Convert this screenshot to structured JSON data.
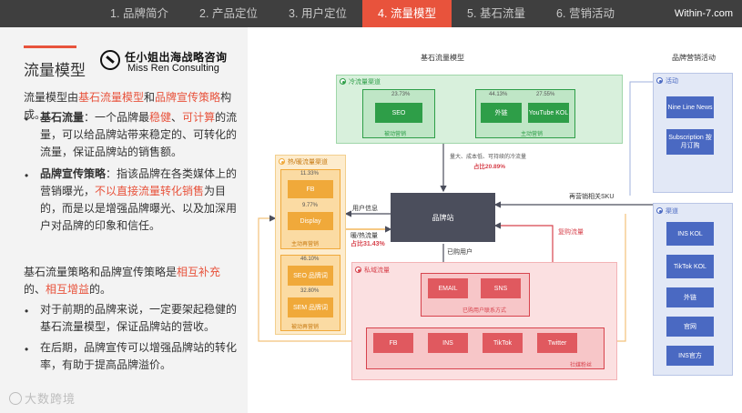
{
  "nav": {
    "tabs": [
      "1. 品牌简介",
      "2. 产品定位",
      "3. 用户定位",
      "4. 流量模型",
      "5. 基石流量",
      "6. 营销活动"
    ],
    "active_index": 3,
    "url": "Within-7.com"
  },
  "left": {
    "title": "流量模型",
    "logo_cn": "任小姐出海战略咨询",
    "logo_en": "Miss Ren Consulting",
    "intro": {
      "p1": "流量模型由",
      "r1": "基石流量模型",
      "p2": "和",
      "r2": "品牌宣传策略",
      "p3": "构成。"
    },
    "bullet1": {
      "head": "基石流量",
      "a": "：一个品牌最",
      "r1": "稳健",
      "b": "、",
      "r2": "可计算",
      "c": "的流量，可以给品牌站带来稳定的、可转化的流量，保证品牌站的销售额。"
    },
    "bullet2": {
      "head": "品牌宣传策略",
      "a": "：指该品牌在各类媒体上的营销曝光，",
      "r1": "不以直接流量转化销售",
      "b": "为目的，而是以是增强品牌曝光、以及加深用户对品牌的印象和信任。"
    },
    "para2": {
      "a": "基石流量策略和品牌宣传策略是",
      "r1": "相互补充",
      "b": "的、",
      "r2": "相互增益",
      "c": "的。"
    },
    "bullet3": "对于前期的品牌来说，一定要架起稳健的基石流量模型，保证品牌站的营收。",
    "bullet4": "在后期，品牌宣传可以增强品牌站的转化率，有助于提高品牌溢价。",
    "watermark": "大数跨境"
  },
  "diagram": {
    "title": "基石流量模型",
    "side_title": "品牌营销活动",
    "cold": {
      "label": "冷流量渠道",
      "seo": "SEO",
      "seo_pct": "23.73%",
      "passive": "被动营销",
      "ext": "外链",
      "ext_pct": "44.13%",
      "yt": "YouTube KOL",
      "yt_pct": "27.55%",
      "active": "主动营销",
      "note1": "量大、成本低、可持续的冷流量",
      "note2": "占比20.89%"
    },
    "warm": {
      "label": "热/暖流量渠道",
      "fb": "FB",
      "fb_pct": "11.33%",
      "display": "Display",
      "display_pct": "9.77%",
      "active_repeat": "主动再营销",
      "seo_brand": "SEO 品牌词",
      "seo_brand_pct": "46.10%",
      "sem_brand": "SEM 品牌词",
      "sem_brand_pct": "32.80%",
      "passive_repeat": "被动再营销",
      "note1": "暖/热流量",
      "note2": "占比31.43%"
    },
    "hub": "品牌站",
    "user_info": "用户信息",
    "bought": "已购用户",
    "repurchase": "复购流量",
    "resell": "再营销相关SKU",
    "private": {
      "label": "私域流量",
      "email": "EMAIL",
      "sns": "SNS",
      "contact": "已购用户联系方式",
      "fb": "FB",
      "ins": "INS",
      "tiktok": "TikTok",
      "twitter": "Twitter",
      "fans": "社媒粉丝"
    },
    "side_activity": {
      "label": "活动",
      "items": [
        "Nine Line News",
        "Subscription 按月订购"
      ]
    },
    "side_channel": {
      "label": "渠道",
      "items": [
        "INS KOL",
        "TikTok KOL",
        "外链",
        "官网",
        "INS官方"
      ]
    }
  },
  "colors": {
    "accent": "#e8533c",
    "green": "#2e9e48",
    "orange": "#f0a93a",
    "pink": "#d7434d",
    "blue": "#4a69c2"
  }
}
